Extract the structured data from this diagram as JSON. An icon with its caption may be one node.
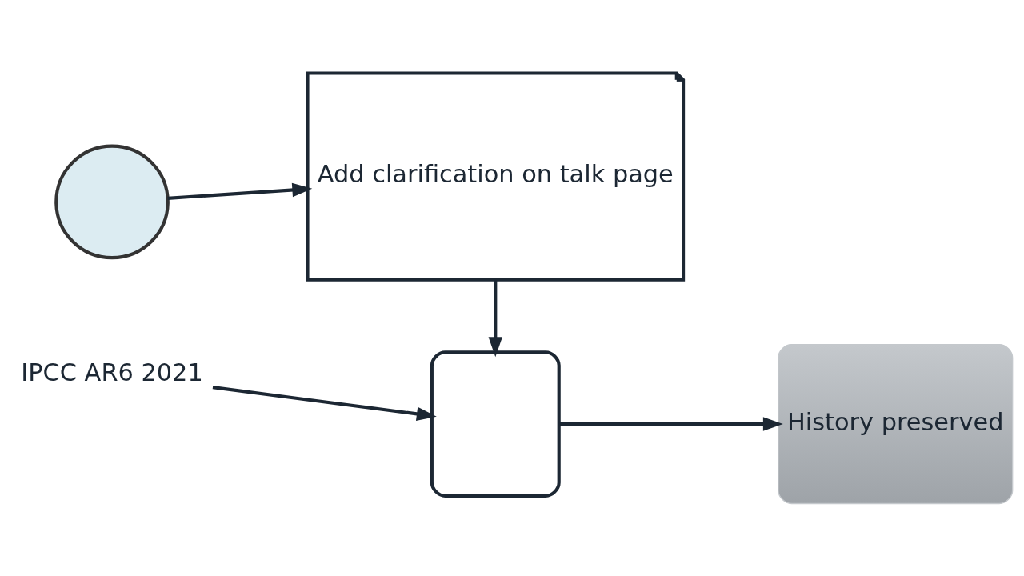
{
  "diagram": {
    "nodes": [
      {
        "text": [],
        "shape": "circle"
      },
      {
        "text": [
          "Add clarification on talk page"
        ]
      },
      {
        "text": [
          "IPCC AR6 2021"
        ]
      },
      {
        "text": [],
        "shape": "box"
      },
      {
        "text": [
          "History preserved"
        ]
      }
    ],
    "edges": [
      {
        "from": 0,
        "to": 1,
        "arrow": "to"
      },
      {
        "from": 1,
        "to": 3,
        "arrow": "to"
      },
      {
        "from": 2,
        "to": 3,
        "arrow": "to"
      },
      {
        "from": 3,
        "to": 4,
        "arrow": "to"
      }
    ]
  }
}
